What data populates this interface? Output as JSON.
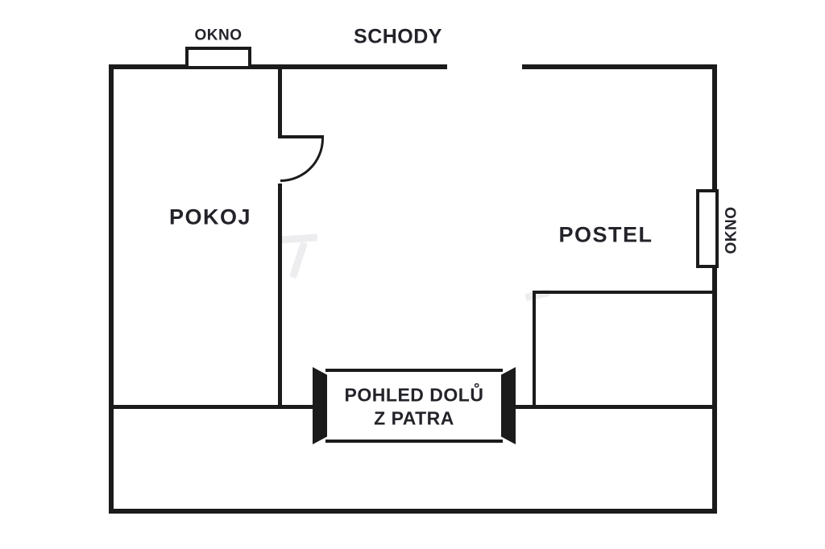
{
  "colors": {
    "background": "#ffffff",
    "wall": "#1b1b1b",
    "text": "#23232a",
    "watermark": "#ededf0"
  },
  "plan": {
    "top_window_label": "OKNO",
    "stairs_label": "SCHODY",
    "room_label": "POKOJ",
    "bed_label": "POSTEL",
    "right_window_label": "OKNO",
    "stair_view_line1": "POHLED DOLŮ",
    "stair_view_line2": "Z PATRA"
  }
}
